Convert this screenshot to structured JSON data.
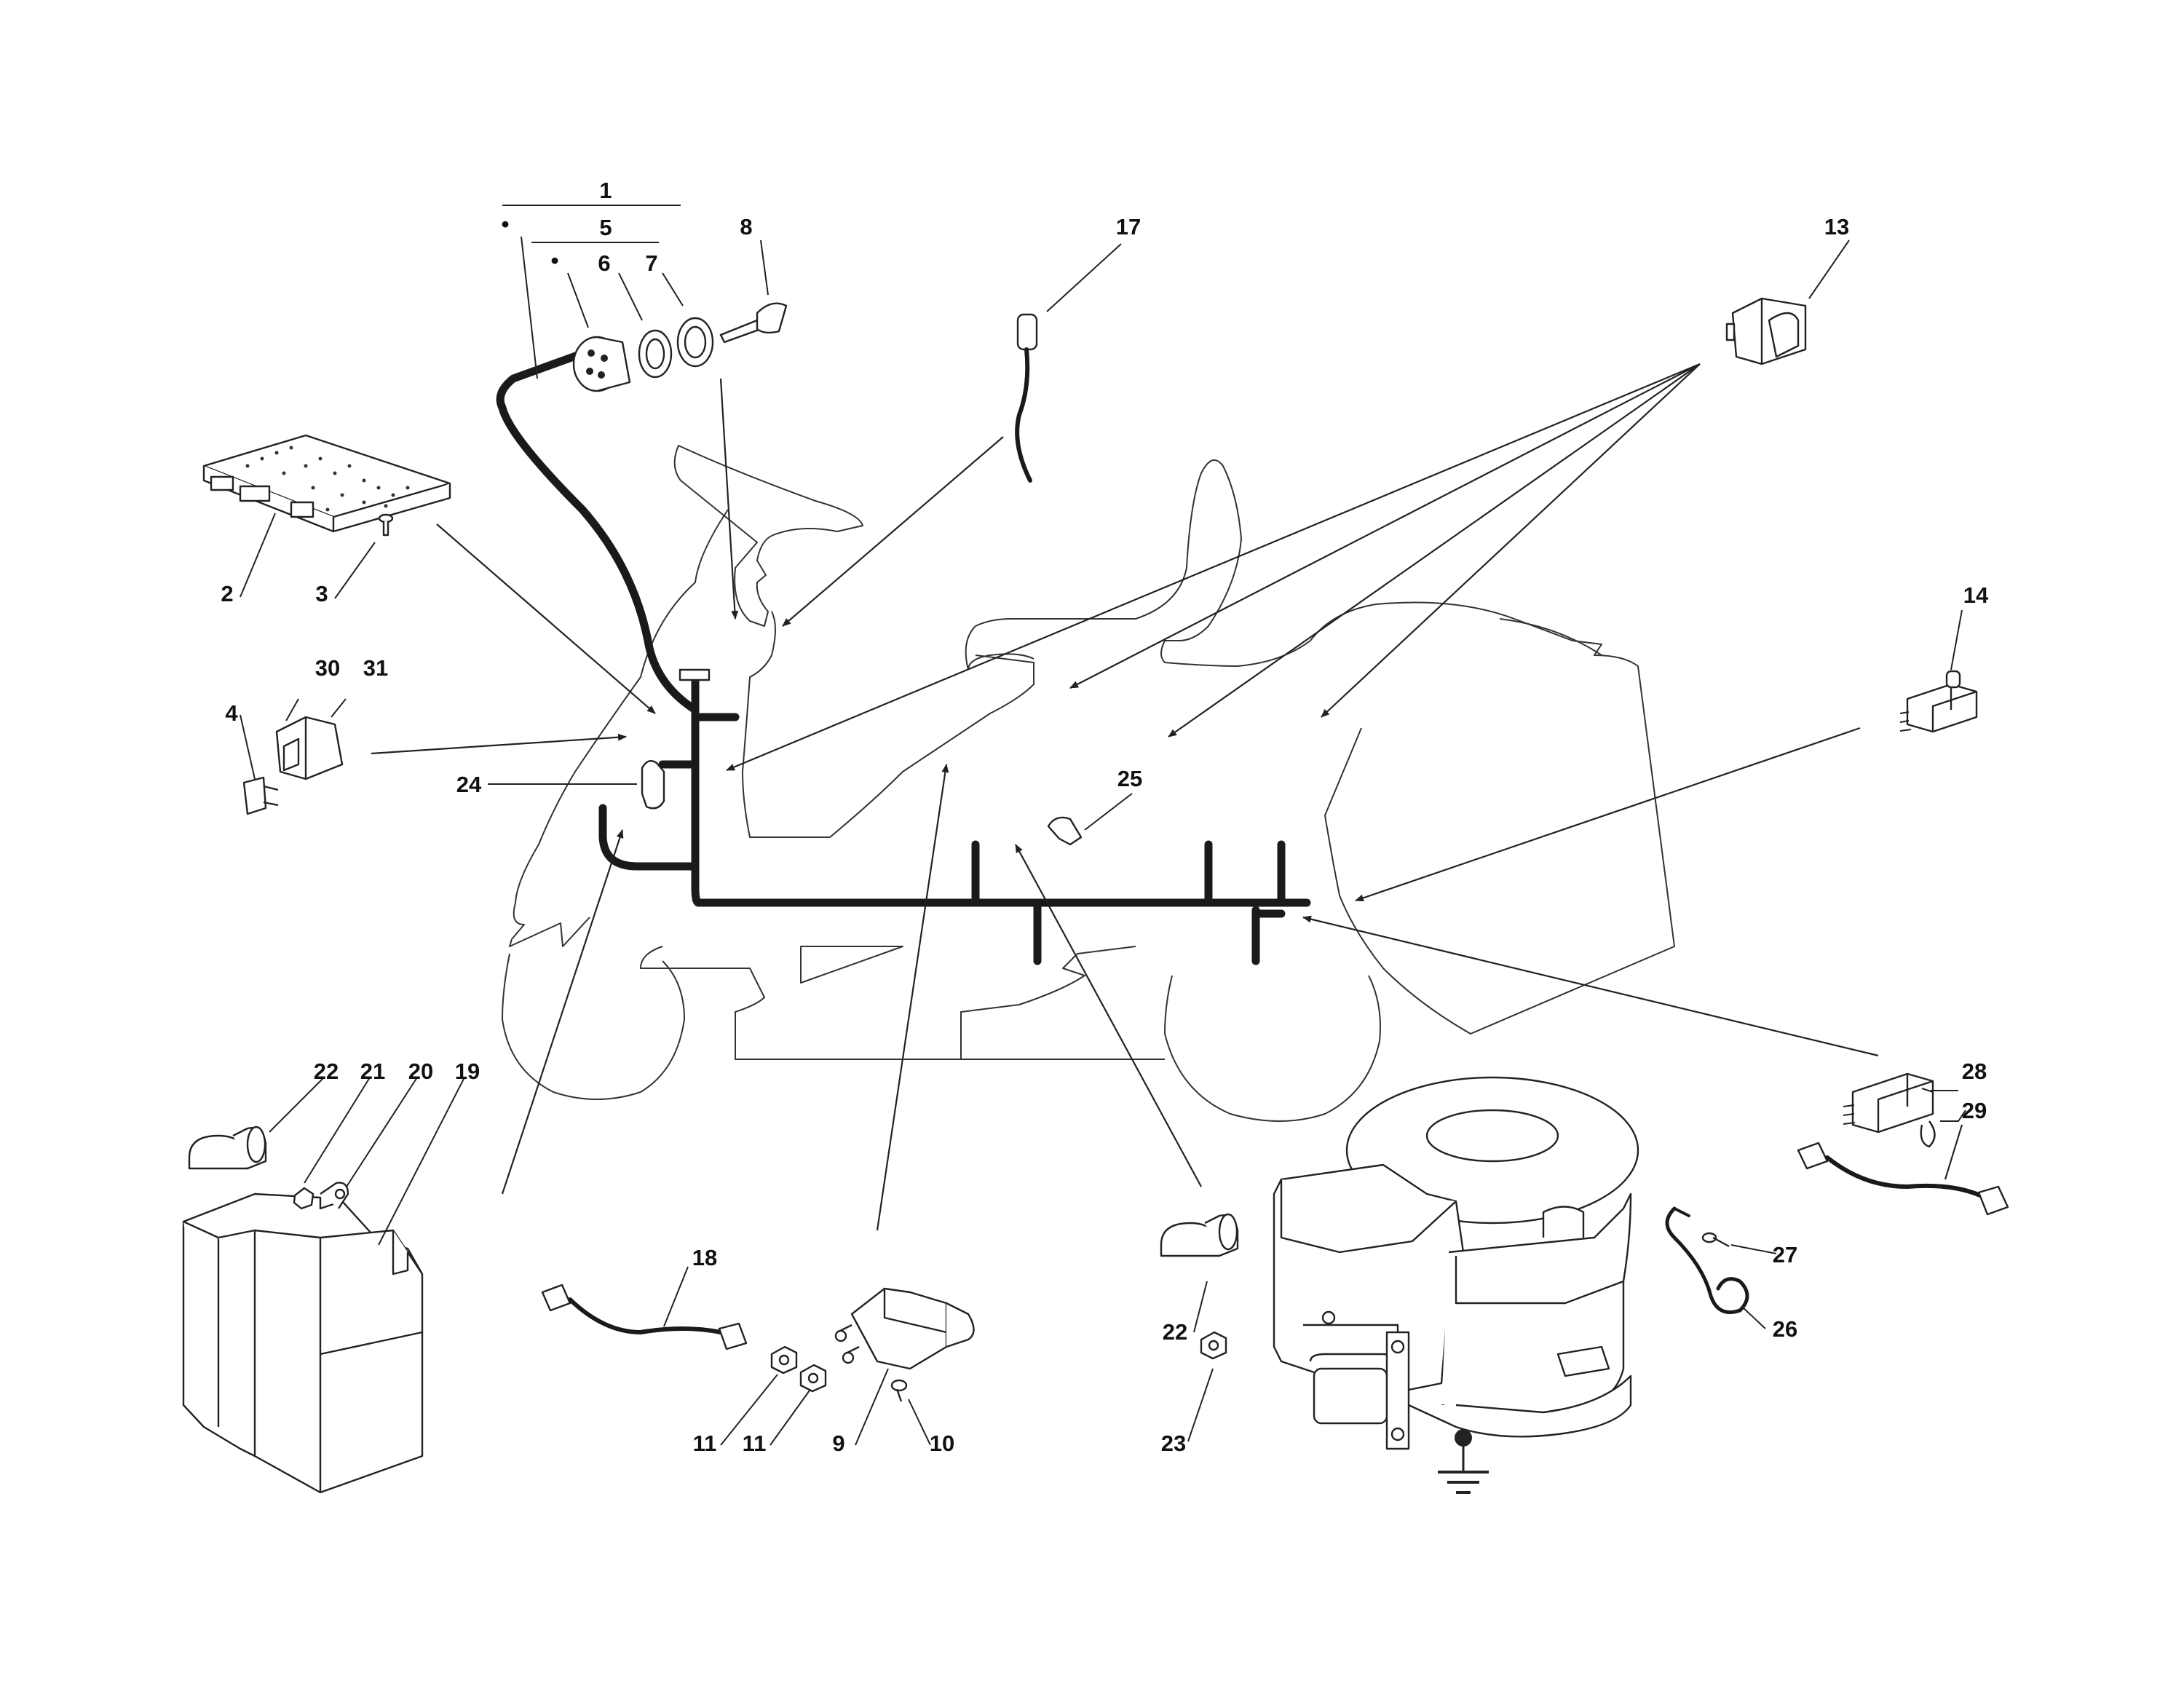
{
  "diagram": {
    "labels": {
      "p1": "1",
      "p5": "5",
      "p6": "6",
      "p7": "7",
      "p8": "8",
      "p17": "17",
      "p13": "13",
      "p2": "2",
      "p3": "3",
      "p30": "30",
      "p31": "31",
      "p4": "4",
      "p24": "24",
      "p25": "25",
      "p14": "14",
      "p22a": "22",
      "p21": "21",
      "p20": "20",
      "p19": "19",
      "p28": "28",
      "p29": "29",
      "p18": "18",
      "p27": "27",
      "p26": "26",
      "p22b": "22",
      "p11a": "11",
      "p11b": "11",
      "p9": "9",
      "p10": "10",
      "p23": "23"
    },
    "bullets": {
      "b1": "•",
      "b5": "•"
    }
  }
}
